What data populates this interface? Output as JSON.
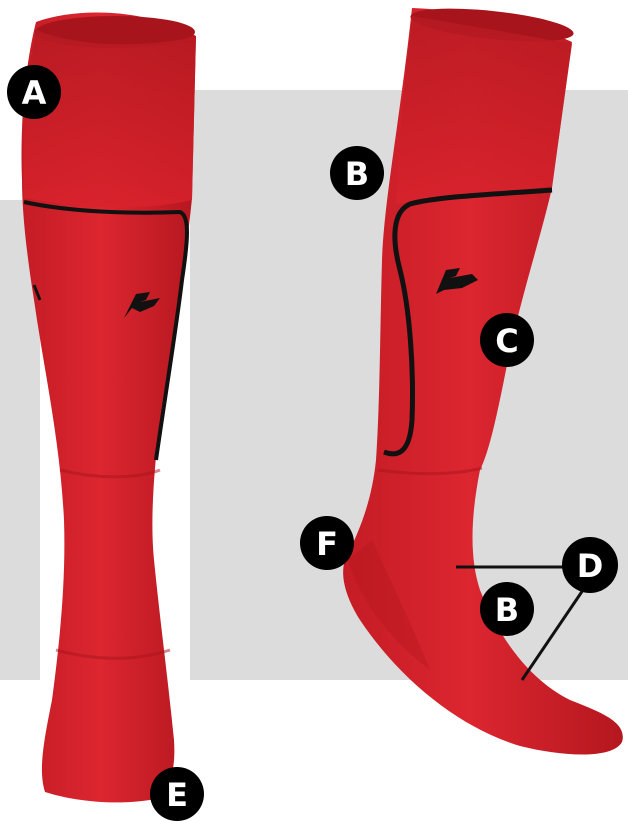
{
  "colors": {
    "backdrop": "#dcdcdc",
    "sock_red": "#d6202a",
    "sock_shade": "#b8181f",
    "trim": "#111111",
    "marker_fill": "#000000",
    "marker_text": "#ffffff"
  },
  "logo_icon": "brand-mark-icon",
  "markers": {
    "a": "A",
    "b_calf": "B",
    "c": "C",
    "f": "F",
    "d": "D",
    "b_foot": "B",
    "e": "E"
  }
}
